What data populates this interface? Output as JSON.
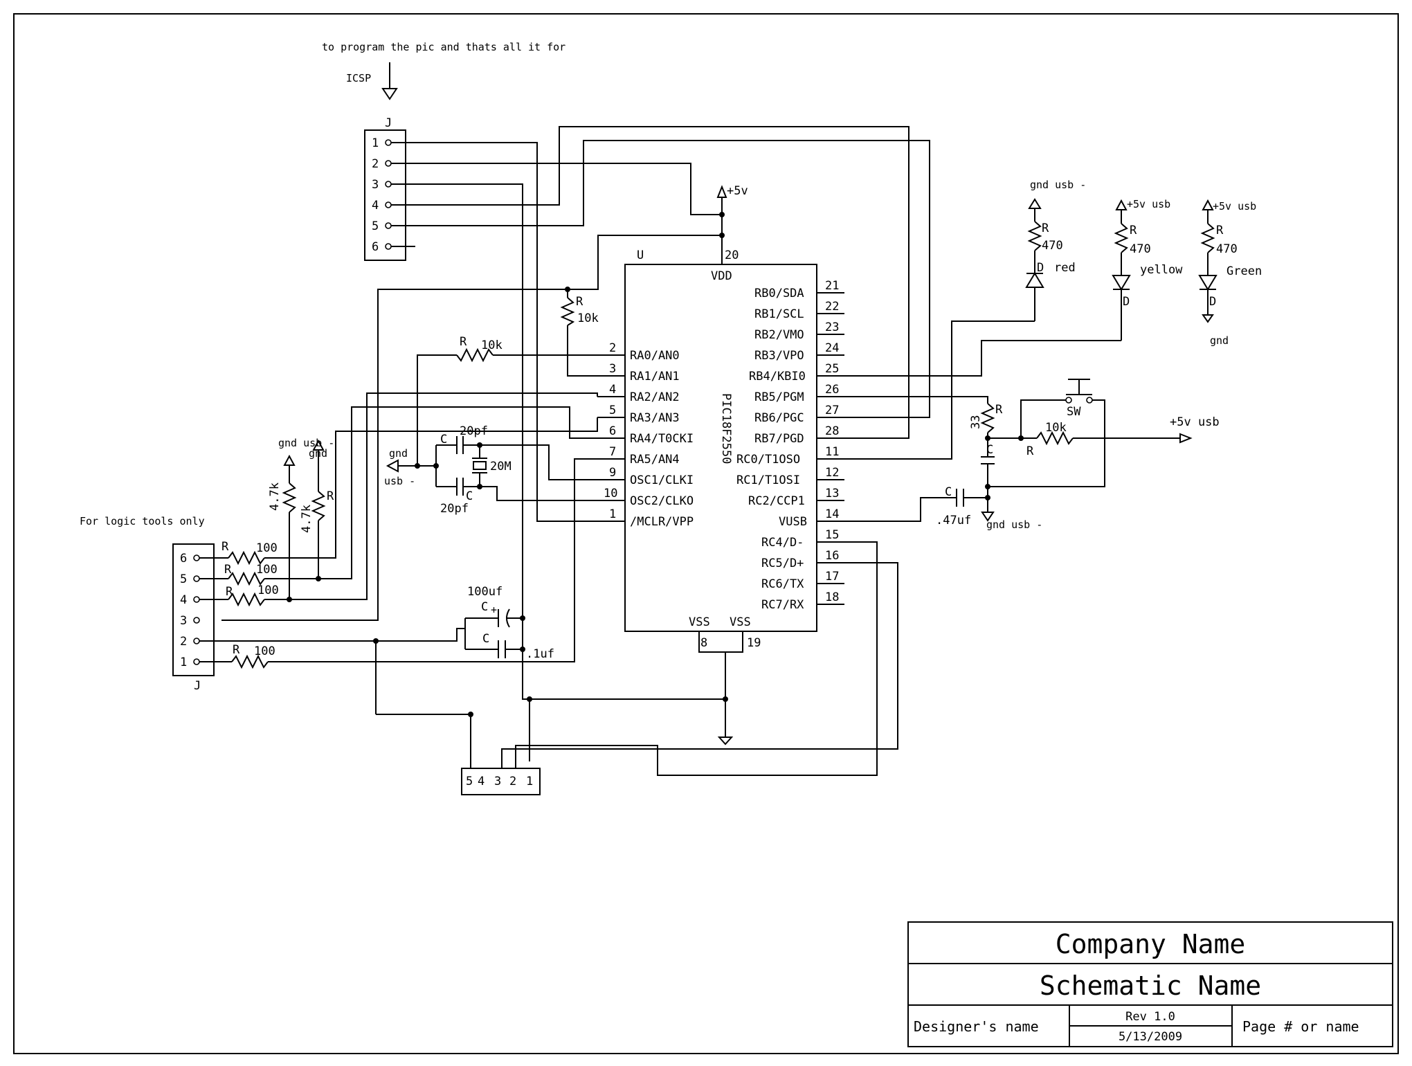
{
  "notes": {
    "icsp_note": "to program the pic and thats all it for",
    "icsp_label": "ICSP",
    "logic_note": "For logic tools only"
  },
  "icsp_header": {
    "ref": "J",
    "pins": [
      "1",
      "2",
      "3",
      "4",
      "5",
      "6"
    ]
  },
  "logic_header": {
    "ref": "J",
    "pins": [
      "6",
      "5",
      "4",
      "3",
      "2",
      "1"
    ]
  },
  "usb_connector": {
    "pins": [
      "5",
      "4",
      "3",
      "2",
      "1"
    ]
  },
  "mcu": {
    "ref": "U",
    "part": "PIC18F2550",
    "vdd_label": "VDD",
    "vdd_pin": "20",
    "vss_label": "VSS",
    "vss_pins": [
      "8",
      "19"
    ],
    "left_pins": [
      {
        "num": "2",
        "name": "RA0/AN0"
      },
      {
        "num": "3",
        "name": "RA1/AN1"
      },
      {
        "num": "4",
        "name": "RA2/AN2"
      },
      {
        "num": "5",
        "name": "RA3/AN3"
      },
      {
        "num": "6",
        "name": "RA4/T0CKI"
      },
      {
        "num": "7",
        "name": "RA5/AN4"
      },
      {
        "num": "9",
        "name": "OSC1/CLKI"
      },
      {
        "num": "10",
        "name": "OSC2/CLKO"
      },
      {
        "num": "1",
        "name": "/MCLR/VPP"
      }
    ],
    "right_pins": [
      {
        "num": "21",
        "name": "RB0/SDA"
      },
      {
        "num": "22",
        "name": "RB1/SCL"
      },
      {
        "num": "23",
        "name": "RB2/VMO"
      },
      {
        "num": "24",
        "name": "RB3/VPO"
      },
      {
        "num": "25",
        "name": "RB4/KBI0"
      },
      {
        "num": "26",
        "name": "RB5/PGM"
      },
      {
        "num": "27",
        "name": "RB6/PGC"
      },
      {
        "num": "28",
        "name": "RB7/PGD"
      },
      {
        "num": "11",
        "name": "RC0/T1OSO"
      },
      {
        "num": "12",
        "name": "RC1/T1OSI"
      },
      {
        "num": "13",
        "name": "RC2/CCP1"
      },
      {
        "num": "14",
        "name": "VUSB"
      },
      {
        "num": "15",
        "name": "RC4/D-"
      },
      {
        "num": "16",
        "name": "RC5/D+"
      },
      {
        "num": "17",
        "name": "RC6/TX"
      },
      {
        "num": "18",
        "name": "RC7/RX"
      }
    ]
  },
  "power": {
    "plus5v": "+5v",
    "plus5v_usb": "+5v usb",
    "gnd": "gnd",
    "gnd_usb": "gnd usb -",
    "gnd_usb2": "gnd usb -",
    "gnd_usb_left": "gnd usb -",
    "usb_minus": "usb -"
  },
  "components": {
    "r_label": "R",
    "c_label": "C",
    "d_label": "D",
    "r_mclr": "10k",
    "r_ra0": "10k",
    "r_pullup1": "4.7k",
    "r_pullup2": "4.7k",
    "r100": "100",
    "r470": "470",
    "r33": "33",
    "r10k_sw": "10k",
    "c20pf_top": "20pf",
    "c20pf_bot": "20pf",
    "crystal": "20M",
    "c100uf": "100uf",
    "c_plus": "+",
    "c01uf": ".1uf",
    "c047uf": ".47uf",
    "sw": "SW",
    "led_red": "red",
    "led_yellow": "yellow",
    "led_green": "Green"
  },
  "title_block": {
    "company": "Company Name",
    "schematic": "Schematic Name",
    "designer": "Designer's name",
    "rev": "Rev 1.0",
    "date": "5/13/2009",
    "page": "Page # or name"
  }
}
